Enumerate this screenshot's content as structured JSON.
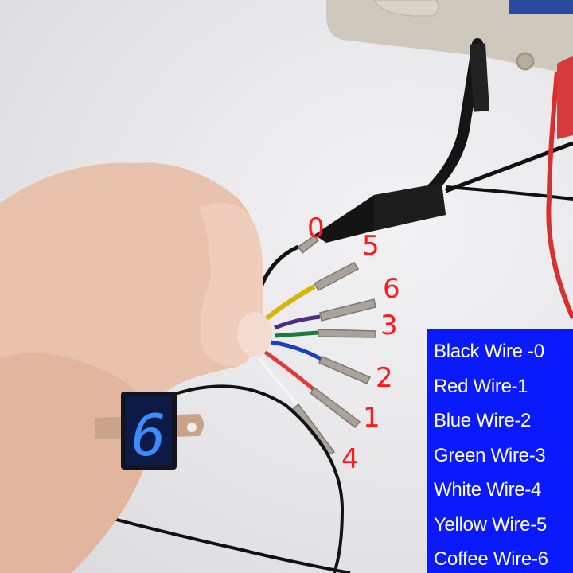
{
  "image": {
    "description": "Hand holding motorcycle gear indicator with labeled wires connected to a tester",
    "display_digit": "6",
    "display_color": "#2a7bff"
  },
  "wire_labels": [
    {
      "number": "0",
      "wire": "Black"
    },
    {
      "number": "5",
      "wire": "Yellow"
    },
    {
      "number": "6",
      "wire": "Coffee"
    },
    {
      "number": "3",
      "wire": "Green"
    },
    {
      "number": "2",
      "wire": "Blue"
    },
    {
      "number": "1",
      "wire": "Red"
    },
    {
      "number": "4",
      "wire": "White"
    }
  ],
  "legend": {
    "background": "#0a1aff",
    "rows": [
      "Black Wire -0",
      "Red Wire-1",
      "Blue Wire-2",
      "Green Wire-3",
      "White Wire-4",
      "Yellow Wire-5",
      "Coffee Wire-6"
    ]
  },
  "colors": {
    "label_red": "#ff1a1a",
    "wire_black": "#111111",
    "wire_yellow": "#d9b400",
    "wire_purple": "#4b2e83",
    "wire_green": "#1c7a3a",
    "wire_blue": "#1a3fc4",
    "wire_red": "#e23a3a",
    "wire_white": "#f4f4f4"
  }
}
